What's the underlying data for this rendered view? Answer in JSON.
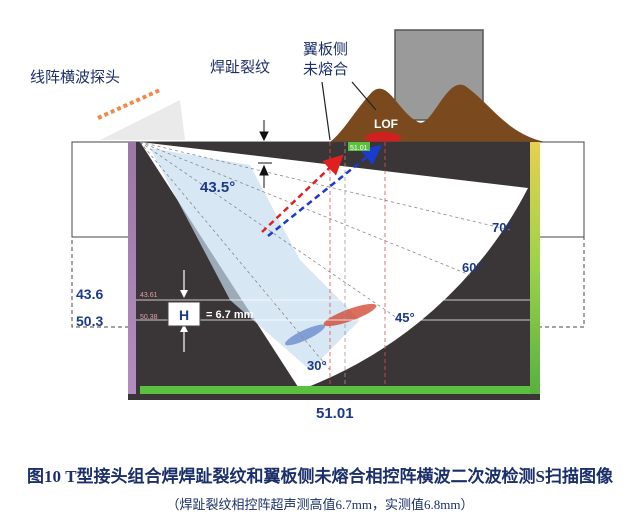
{
  "labels": {
    "probe": "线阵横波探头",
    "toe_crack": "焊趾裂纹",
    "flange_lof_line1": "翼板侧",
    "flange_lof_line2": "未熔合",
    "lof": "LOF",
    "angle_top": "43.5°",
    "angle_70": "70°",
    "angle_60": "60°",
    "angle_45": "45°",
    "angle_30": "30°",
    "depth_upper": "43.6",
    "depth_lower": "50.3",
    "h_box": "H",
    "h_value": "= 6.7 mm",
    "cursor_value": "51.01",
    "cursor_tag": "51.01",
    "small_upper": "43.61",
    "small_lower": "50.38"
  },
  "caption": {
    "title": "图10  T型接头组合焊焊趾裂纹和翼板侧未熔合相控阵横波二次波检测S扫描图像",
    "subtitle": "（焊趾裂纹相控阵超声测高值6.7mm，实测值6.8mm）"
  },
  "colors": {
    "weld": "#7a4a1e",
    "web": "#9a9a9a",
    "panel": "#3a3536",
    "arrow_red": "#e02020",
    "arrow_blue": "#1a3ad0",
    "label_blue": "#1b2f6a",
    "probe": "#f08a4a"
  }
}
